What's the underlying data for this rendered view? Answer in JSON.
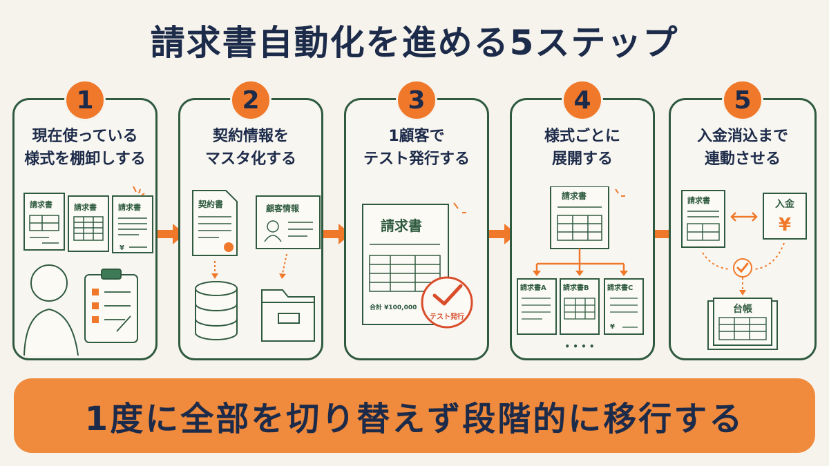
{
  "title": "請求書自動化を進める5ステップ",
  "steps": [
    {
      "num": "1",
      "label": "現在使っている\n様式を棚卸しする",
      "docs": [
        "請求書",
        "請求書",
        "請求書"
      ],
      "yen": "¥"
    },
    {
      "num": "2",
      "label": "契約情報を\nマスタ化する",
      "contract": "契約書",
      "customer": "顧客情報"
    },
    {
      "num": "3",
      "label": "1顧客で\nテスト発行する",
      "invoice": "請求書",
      "total": "合計  ¥100,000",
      "stamp": "テスト発行"
    },
    {
      "num": "4",
      "label": "様式ごとに\n展開する",
      "source": "請求書",
      "variants": [
        "請求書A",
        "請求書B",
        "請求書C"
      ],
      "yen": "¥",
      "ellipsis": "• • • •"
    },
    {
      "num": "5",
      "label": "入金消込まで\n連動させる",
      "invoice": "請求書",
      "payment": "入金",
      "yen": "¥",
      "ledger": "台帳"
    }
  ],
  "banner": "1度に全部を切り替えず段階的に移行する",
  "colors": {
    "accent": "#f0782a",
    "card_border": "#2f5a3f",
    "text": "#1d2b4a",
    "banner": "#f08a3c"
  }
}
